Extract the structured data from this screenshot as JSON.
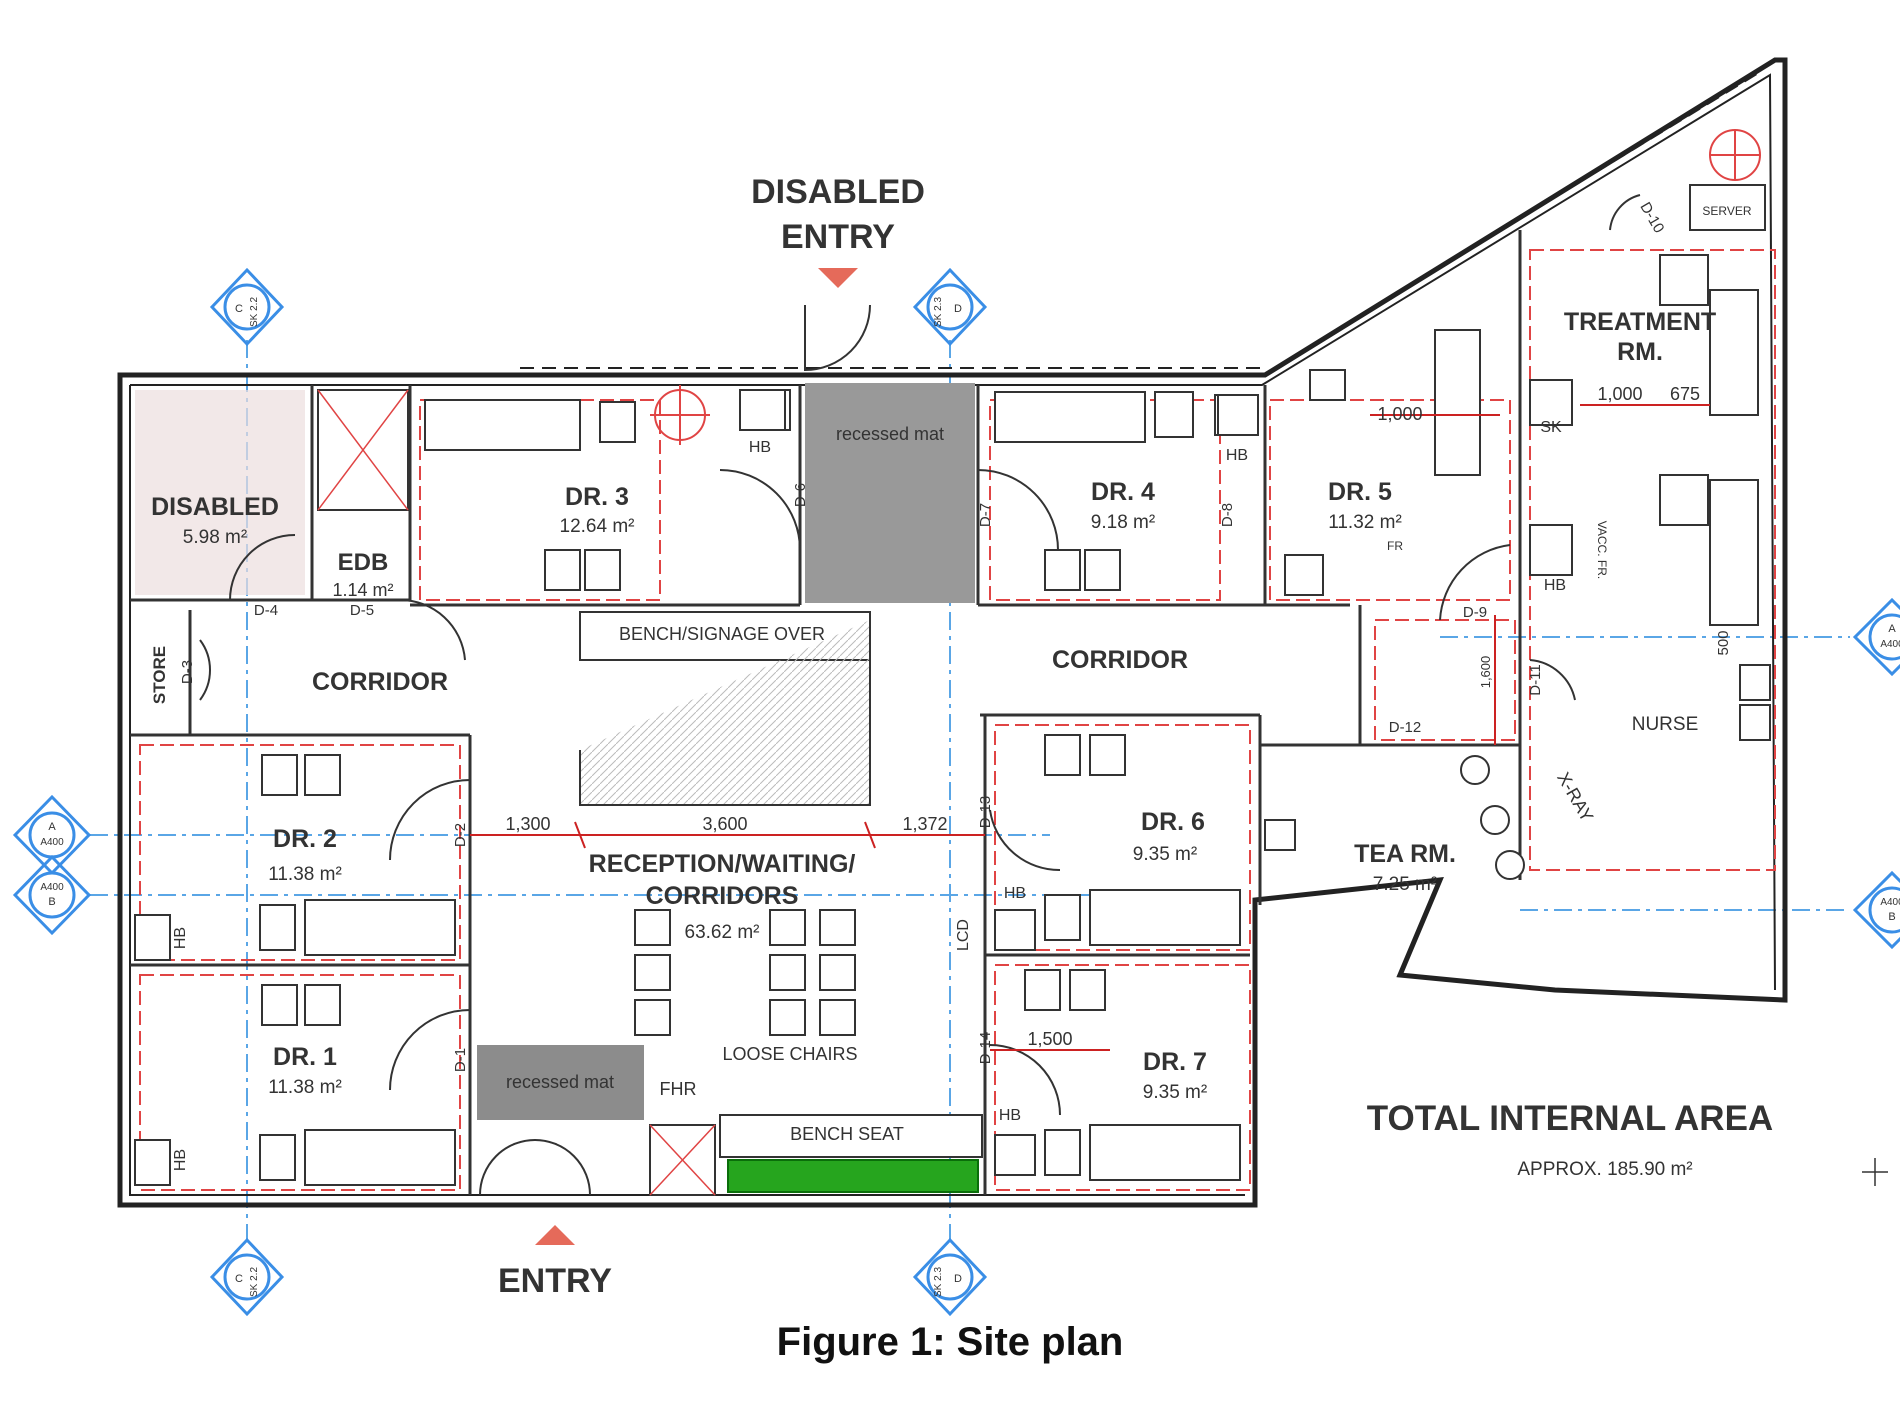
{
  "entries": {
    "disabled_entry_line1": "DISABLED",
    "disabled_entry_line2": "ENTRY",
    "entry": "ENTRY"
  },
  "rooms": {
    "disabled": {
      "name": "DISABLED",
      "area": "5.98 m²"
    },
    "edb": {
      "name": "EDB",
      "area": "1.14 m²"
    },
    "store": {
      "name": "STORE"
    },
    "corridor_left": {
      "name": "CORRIDOR"
    },
    "corridor_right": {
      "name": "CORRIDOR"
    },
    "dr3": {
      "name": "DR. 3",
      "area": "12.64 m²"
    },
    "dr4": {
      "name": "DR. 4",
      "area": "9.18 m²"
    },
    "dr5": {
      "name": "DR. 5",
      "area": "11.32 m²"
    },
    "dr2": {
      "name": "DR. 2",
      "area": "11.38 m²"
    },
    "dr1": {
      "name": "DR. 1",
      "area": "11.38 m²"
    },
    "dr6": {
      "name": "DR. 6",
      "area": "9.35 m²"
    },
    "dr7": {
      "name": "DR. 7",
      "area": "9.35 m²"
    },
    "tea": {
      "name": "TEA RM.",
      "area": "7.25 m²"
    },
    "treatment": {
      "line1": "TREATMENT",
      "line2": "RM."
    },
    "reception": {
      "line1": "RECEPTION/WAITING/",
      "line2": "CORRIDORS",
      "area": "63.62 m²"
    },
    "nurse": {
      "name": "NURSE"
    },
    "xray": {
      "name": "X-RAY"
    }
  },
  "fixtures": {
    "recessed_mat_top": "recessed mat",
    "recessed_mat_bottom": "recessed mat",
    "bench_signage": "BENCH/SIGNAGE OVER",
    "bench_seat": "BENCH SEAT",
    "loose_chairs": "LOOSE CHAIRS",
    "fhr": "FHR",
    "server": "SERVER",
    "sk": "SK",
    "lcd": "LCD",
    "fr": "FR",
    "vacc_fr": "VACC. FR."
  },
  "hb_labels": [
    "HB",
    "HB",
    "HB",
    "HB",
    "HB",
    "HB",
    "HB"
  ],
  "doors": [
    "D-1",
    "D-2",
    "D-3",
    "D-4",
    "D-5",
    "D-6",
    "D-7",
    "D-8",
    "D-9",
    "D-10",
    "D-11",
    "D-12",
    "D-13",
    "D-14"
  ],
  "dimensions": [
    "1,300",
    "3,600",
    "1,372",
    "1,000",
    "1,000",
    "675",
    "1,500",
    "1,600",
    "500"
  ],
  "section_markers": {
    "c_sk": [
      "C",
      "SK 2.2"
    ],
    "d_sk": [
      "D",
      "SK 2.3"
    ],
    "a_a400": [
      "A",
      "A400"
    ],
    "b_a400": [
      "A400",
      "B"
    ]
  },
  "total_area": {
    "title": "TOTAL INTERNAL AREA",
    "value": "APPROX. 185.90 m²"
  },
  "caption": "Figure 1: Site plan"
}
